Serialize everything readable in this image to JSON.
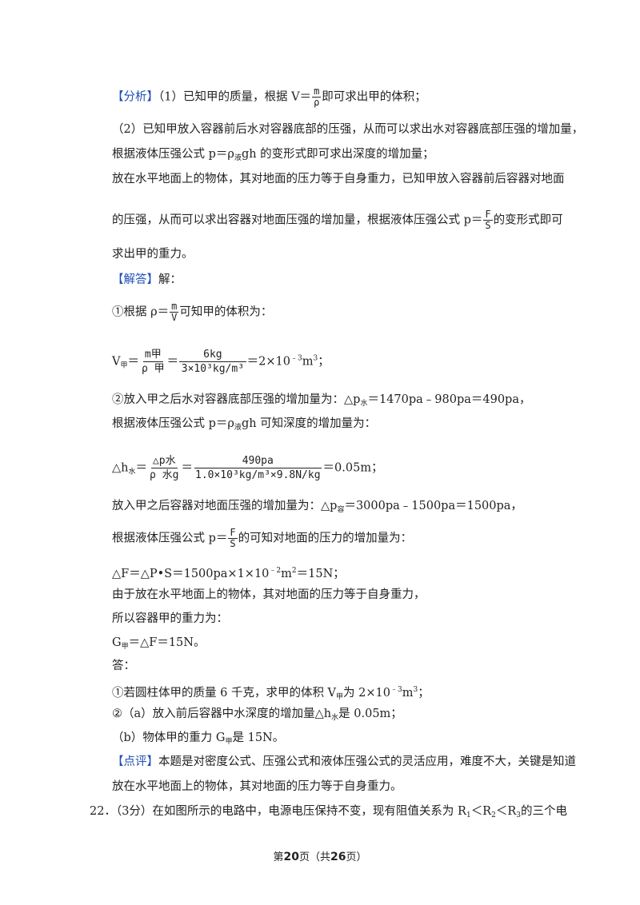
{
  "tags": {
    "analysis": "【分析】",
    "answer": "【解答】",
    "comment": "【点评】"
  },
  "analysis": {
    "l1_pre": "（1）已知甲的质量，根据 V＝",
    "l1_num": "m",
    "l1_den": "ρ",
    "l1_post": "即可求出甲的体积；",
    "l2": "（2）已知甲放入容器前后水对容器底部的压强，从而可以求出水对容器底部压强的增加量，",
    "l3_pre": "根据液体压强公式 p＝ρ",
    "l3_sub": "液",
    "l3_post": "gh 的变形式即可求出深度的增加量；",
    "l4": "放在水平地面上的物体，其对地面的压力等于自身重力，已知甲放入容器前后容器对地面",
    "l5_pre": "的压强，从而可以求出容器对地面压强的增加量，根据液体压强公式 p＝",
    "l5_num": "F",
    "l5_den": "S",
    "l5_post": "的变形式即可",
    "l6": "求出甲的重力。"
  },
  "answer": {
    "intro": "解：",
    "a1_pre": "①根据 ρ＝",
    "a1_num": "m",
    "a1_den": "V",
    "a1_post": "可知甲的体积为：",
    "v_lhs": "V",
    "v_lhs_sub": "甲",
    "v_eq": "＝",
    "v_f1_num": "m甲",
    "v_f1_den": "ρ 甲",
    "v_eq2": "＝",
    "v_f2_num": "6kg",
    "v_f2_den": "3×10³kg/m³",
    "v_result_pre": "＝2×10",
    "v_result_sup": "﹣3",
    "v_result_unit": "m",
    "v_result_unit_sup": "3",
    "v_result_end": "；",
    "a2_pre": "②放入甲之后水对容器底部压强的增加量为：△p",
    "a2_sub": "水",
    "a2_post": "＝1470pa﹣980pa＝490pa，",
    "a3_pre": "根据液体压强公式 p＝ρ",
    "a3_sub": "液",
    "a3_post": "gh 可知深度的增加量为：",
    "h_lhs": "△h",
    "h_lhs_sub": "水",
    "h_eq": "＝",
    "h_f1_num": "△p水",
    "h_f1_den": "ρ 水g",
    "h_eq2": "＝",
    "h_f2_num": "490pa",
    "h_f2_den": "1.0×10³kg/m³×9.8N/kg",
    "h_result": "＝0.05m；",
    "a4_pre": "放入甲之后容器对地面压强的增加量为：△p",
    "a4_sub": "容",
    "a4_post": "＝3000pa﹣1500pa＝1500pa，",
    "a5_pre": "根据液体压强公式 p＝",
    "a5_num": "F",
    "a5_den": "S",
    "a5_post": "的可知对地面的压力的增加量为：",
    "a6_pre": "△F＝△P•S＝1500pa×1×10",
    "a6_sup": "﹣2",
    "a6_mid": "m",
    "a6_sup2": "2",
    "a6_post": "＝15N；",
    "a7": "由于放在水平地面上的物体，其对地面的压力等于自身重力，",
    "a8": "所以容器甲的重力为：",
    "a9_pre": "G",
    "a9_sub": "甲",
    "a9_post": "＝△F＝15N。",
    "a10": "答：",
    "a11_pre": "①若圆柱体甲的质量 6 千克，求甲的体积 V",
    "a11_sub": "甲",
    "a11_mid": "为 2×10",
    "a11_sup": "﹣3",
    "a11_unit": "m",
    "a11_unit_sup": "3",
    "a11_end": "；",
    "a12_pre": "②（a）放入前后容器中水深度的增加量△h",
    "a12_sub": "水",
    "a12_post": "是 0.05m；",
    "a13_pre": "（b）物体甲的重力 G",
    "a13_sub": "甲",
    "a13_post": "是 15N。"
  },
  "comment": {
    "c1": "本题是对密度公式、压强公式和液体压强公式的灵活应用，难度不大，关键是知道",
    "c2": "放在水平地面上的物体，其对地面的压力等于自身重力。"
  },
  "next_question": {
    "prefix": "22．（3分）在如图所示的电路中，电源电压保持不变，现有阻值关系为 R",
    "s1": "1",
    "lt1": "＜R",
    "s2": "2",
    "lt2": "＜R",
    "s3": "3",
    "post": "的三个电"
  },
  "footer": {
    "pre": "第",
    "page": "20",
    "mid": "页（共",
    "total": "26",
    "post": "页）"
  }
}
